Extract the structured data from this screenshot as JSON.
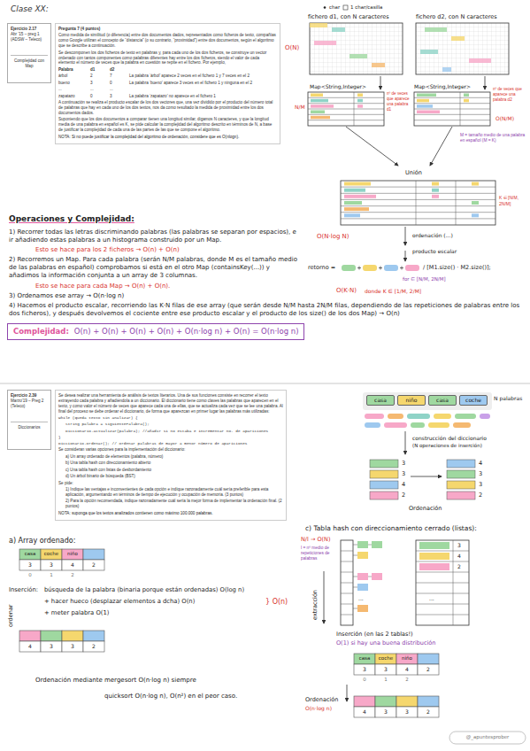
{
  "diagram": {
    "title": "Clase XX:",
    "nodes": [
      {
        "text": [
          "Ejercicio 2.17",
          "Abr '15 – preg 1",
          "(ADSW – Teleco)",
          "Complejidad con Map"
        ]
      },
      {
        "text": [
          "Pregunta 7 (4 puntos)",
          "Como medida de similitud (o diferencia) entre dos documentos dados, representados como ficheros de texto, compañías como Google utilizan el concepto de “distancia” (o su contrario, “proximidad”) entre dos documentos, según el algoritmo que se describe a continuación.",
          "Se descomponen los dos ficheros de texto en palabras y, para cada uno de los dos ficheros, se construye un vector ordenado con tantos componentes como palabras diferentes hay entre los dos ficheros, siendo el valor de cada elemento el número de veces que la palabra en cuestión se repite en el fichero. Por ejemplo,",
          "Palabra",
          "d1",
          "d2",
          "árbol",
          "2",
          "7",
          "La palabra ‘árbol’ aparece 2 veces en el fichero 1 y 7 veces en el 2",
          "bueno",
          "3",
          "0",
          "La palabra ‘bueno’ aparece 3 veces en el fichero 1 y ninguna en el 2",
          "...",
          "...",
          "...",
          "zapatazo",
          "0",
          "3",
          "La palabra ‘zapatazo’ no aparece en el fichero 1",
          "A continuación se realiza el producto escalar de los dos vectores que, una vez dividido por el producto del número total de palabras que hay en cada uno de los dos textos, nos da como resultado la medida de proximidad entre los dos documentos dados.",
          "Suponiendo que los dos documentos a comparar tienen una longitud similar, digamos N caracteres, y que la longitud media de una palabra en español es K, se pide calcular la complejidad del algoritmo descrito en términos de N, a base de justificar la complejidad de cada una de las partes de las que se compone el algoritmo.",
          "NOTA: Si no puede justificar la complejidad del algoritmo de ordenación, considere que es O(nlogn)."
        ]
      },
      {
        "text": [
          "Complejidad:",
          "O(n) + O(n) + O(n) + O(n) + O(n·log n) + O(n) = O(n·log n)"
        ]
      },
      {
        "text": [
          "Ejercicio 2.39",
          "Marzo'19 – Preg 2 (Teleco)",
          "Diccionarios"
        ]
      },
      {
        "text": [
          "Se desea realizar una herramienta de análisis de textos literarios. Una de sus funciones consiste en recorrer el texto extrayendo cada palabra y añadiéndola a un diccionario. El diccionario tiene como claves las palabras que aparecen en el texto, y como valor el número de veces que aparece cada una de ellas, que se actualiza cada vez que se lee una palabra. Al final del proceso se debe ordenar el diccionario, de forma que aparezcan en primer lugar las palabras más utilizadas:",
          "while (queda texto sin analizar) {",
          "String palabra = siguientePalabra();",
          "Diccionario.actualizar(palabra); //añadir si no estaba e incrementar no. de apariciones",
          "}",
          "Diccionario.ordenar(); // ordenar palabras de mayor a menor número de apariciones",
          "Se consideran varias opciones para la implementación del diccionario:",
          "a) Un array ordenado de elementos (palabra, número)",
          "b) Una tabla hash con direccionamiento abierto",
          "c) Una tabla hash con listas de desbordamiento",
          "d) Un árbol binario de búsqueda (BST)",
          "Se pide:",
          "1) Indique las ventajas e inconvenientes de cada opción e indique razonadamente cuál sería preferible para esta aplicación, argumentando en términos de tiempo de ejecución y ocupación de memoria. (3 puntos)",
          "2) Para la opción recomendada, indique razonadamente cuál sería la mejor forma de implementar la ordenación final. (2 puntos)",
          "NOTA: suponga que los textos analizados contienen como máximo 100.000 palabras."
        ]
      },
      {
        "text": [
          "casa"
        ]
      },
      {
        "text": [
          "niño"
        ]
      },
      {
        "text": [
          "casa"
        ]
      },
      {
        "text": [
          "coche"
        ]
      }
    ],
    "labels": [
      "char",
      "1 char/casilla",
      "fichero d1, con N caracteres",
      "fichero d2, con N caracteres",
      "O(N)",
      "Map<String,Integer>",
      "Map<String,Integer>",
      "N/M",
      "nº de veces que aparece una palabra d1",
      "nº de veces que aparece una palabra d2",
      "O(N/M)",
      "M = tamaño medio de una palabra en español (M = K)",
      "Unión",
      "K ∈ [N/M, 2N/M]",
      "O(N·log N)",
      "ordenación (...)",
      "producto escalar",
      "retorno =",
      "/ [M1.size() · M2.size()];",
      "for ∈ [N/M, 2N/M]",
      "O(K·N)",
      "donde K ∈ [1/M, 2/M]",
      "Operaciones y Complejidad:",
      "1) Recorrer todas las letras discriminando palabras (las palabras se separan por espacios), e ir añadiendo estas palabras a un histograma construido por un Map.",
      "Esto se hace para los 2 ficheros → O(n) + O(n)",
      "2) Recorremos un Map. Para cada palabra (serán N/M palabras, donde M es el tamaño medio de las palabras en español) comprobamos si está en el otro Map (containsKey(...)) y añadimos la información conjunta a un array de 3 columnas.",
      "Esto se hace para cada Map → O(n) + O(n).",
      "3) Ordenamos ese array → O(n·log n)",
      "4) Hacemos el producto escalar, recorriendo las K·N filas de ese array (que serán desde N/M hasta 2N/M filas, dependiendo de las repeticiones de palabras entre los dos ficheros), y después devolvemos el cociente entre ese producto escalar y el producto de los size() de los dos Map) → O(n)",
      "N palabras",
      "construcción del diccionario",
      "(N operaciones de inserción)",
      "3",
      "3",
      "4",
      "2",
      "4",
      "3",
      "3",
      "2",
      "Ordenación",
      "c) Tabla hash con direccionamiento cerrado (listas):",
      "a) Array ordenado:",
      "casa",
      "coche",
      "niño",
      "3",
      "3",
      "4",
      "2",
      "0",
      "1",
      "2",
      "Inserción:",
      "búsqueda de la palabra (binaria porque están ordenadas) O(log n)",
      "+ hacer hueco (desplazar elementos a dcha) O(n)",
      "+ meter palabra O(1)",
      "} O(n)",
      "ordenar",
      "4",
      "3",
      "3",
      "2",
      "Ordenación mediante mergesort O(n·log n) siempre",
      "quicksort O(n·log n), O(n²) en el peor caso.",
      "N/l → O(N)",
      "l = nº medio de repeticiones de palabras",
      "extracción",
      "3",
      "4",
      "2",
      "...",
      "...",
      "Inserción (en las 2 tablas!)",
      "O(1) si hay una buena distribución",
      "casa",
      "coche",
      "niño",
      "3",
      "3",
      "4",
      "2",
      "0",
      "1",
      "2",
      "Ordenación",
      "O(n·log n)",
      "4",
      "3",
      "3",
      "2",
      "@_apuntesprober"
    ]
  }
}
